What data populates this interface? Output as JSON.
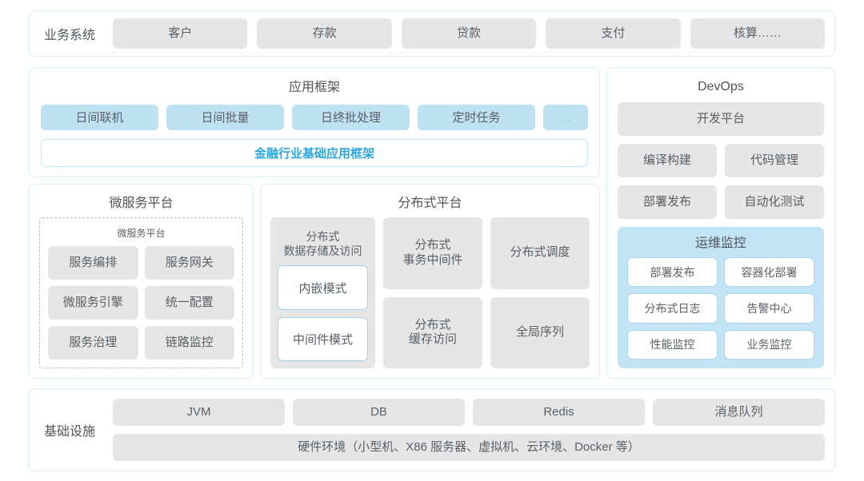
{
  "business_row": {
    "label": "业务系统",
    "items": [
      "客户",
      "存款",
      "贷款",
      "支付",
      "核算……"
    ]
  },
  "app_framework": {
    "title": "应用框架",
    "tags": [
      "日间联机",
      "日间批量",
      "日终批处理",
      "定时任务"
    ],
    "more_tag": "...",
    "highlight": "金融行业基础应用框架"
  },
  "microservice_platform": {
    "title": "微服务平台",
    "inner_title": "微服务平台",
    "items": [
      "服务编排",
      "服务网关",
      "微服务引擎",
      "统一配置",
      "服务治理",
      "链路监控"
    ]
  },
  "distributed_platform": {
    "title": "分布式平台",
    "storage_label": "分布式\n数据存储及访问",
    "storage_label_line1": "分布式",
    "storage_label_line2": "数据存储及访问",
    "storage_modes": [
      "内嵌模式",
      "中间件模式"
    ],
    "middle_column": [
      "分布式\n事务中间件",
      "分布式\n缓存访问"
    ],
    "middle_col_1_line1": "分布式",
    "middle_col_1_line2": "事务中间件",
    "middle_col_2_line1": "分布式",
    "middle_col_2_line2": "缓存访问",
    "right_column": [
      "分布式调度",
      "全局序列"
    ]
  },
  "devops": {
    "title": "DevOps",
    "platform": "开发平台",
    "row1": [
      "编译构建",
      "代码管理"
    ],
    "row2": [
      "部署发布",
      "自动化测试"
    ],
    "ops_monitor": {
      "title": "运维监控",
      "items": [
        "部署发布",
        "容器化部署",
        "分布式日志",
        "告警中心",
        "性能监控",
        "业务监控"
      ]
    }
  },
  "infrastructure": {
    "label": "基础设施",
    "items": [
      "JVM",
      "DB",
      "Redis",
      "消息队列"
    ],
    "hardware": "硬件环境（小型机、X86 服务器、虚拟机、云环境、Docker 等）"
  },
  "colors": {
    "card_border": "#d8eef5",
    "chip_gray": "#e6e6e6",
    "chip_blue": "#bfe2f3",
    "accent_blue": "#2ba6e0",
    "ops_panel_blue": "#c3e4f5",
    "text_gray": "#5a6066"
  }
}
